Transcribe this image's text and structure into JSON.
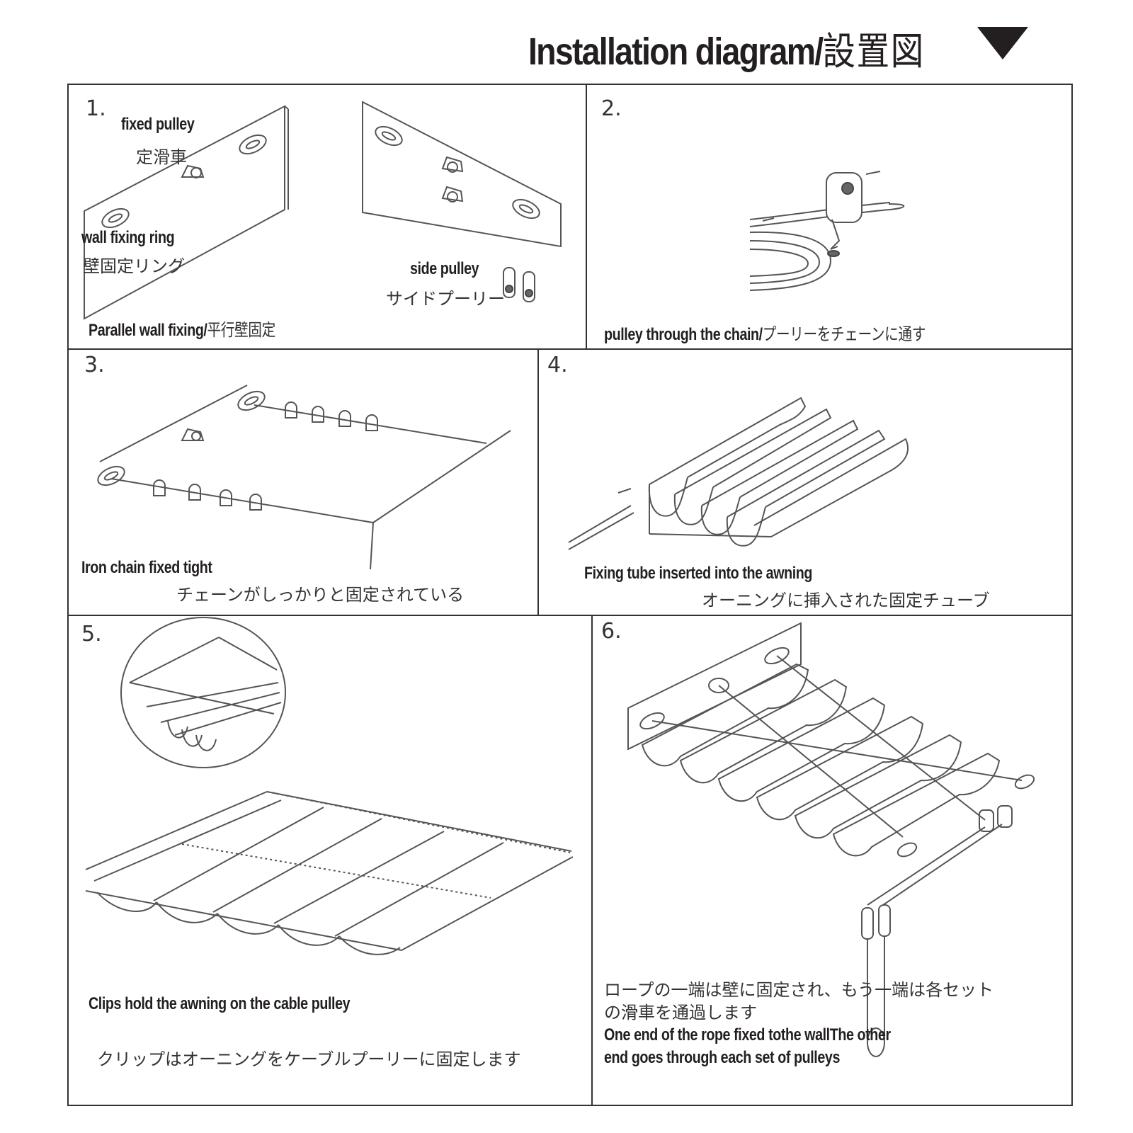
{
  "header": {
    "title_en": "Installation diagram/",
    "title_jp": "設置図"
  },
  "panels": [
    {
      "number": "1.",
      "labels": {
        "fixed_pulley_en": "fixed pulley",
        "fixed_pulley_jp": "定滑車",
        "wall_ring_en": "wall fixing ring",
        "wall_ring_jp": "壁固定リング",
        "side_pulley_en": "side pulley",
        "side_pulley_jp": "サイドプーリー",
        "caption_en": "Parallel wall fixing/",
        "caption_jp": "平行壁固定"
      }
    },
    {
      "number": "2.",
      "labels": {
        "caption_en": "pulley through the chain/",
        "caption_jp": "プーリーをチェーンに通す"
      }
    },
    {
      "number": "3.",
      "labels": {
        "caption_en": "Iron chain fixed tight",
        "caption_jp": "チェーンがしっかりと固定されている"
      }
    },
    {
      "number": "4.",
      "labels": {
        "caption_en": "Fixing tube inserted into the awning",
        "caption_jp": "オーニングに挿入された固定チューブ"
      }
    },
    {
      "number": "5.",
      "labels": {
        "caption_en": "Clips hold the awning on the cable pulley",
        "caption_jp": "クリップはオーニングをケーブルプーリーに固定します"
      }
    },
    {
      "number": "6.",
      "labels": {
        "caption_jp_1": "ロープの一端は壁に固定され、もう一端は各セット",
        "caption_jp_2": "の滑車を通過します",
        "caption_en_1": "One end of the rope fixed tothe wallThe other",
        "caption_en_2": "end goes through each set of pulleys"
      }
    }
  ],
  "colors": {
    "text": "#231f20",
    "line": "#555555",
    "awning": "#8a8a8a"
  },
  "icons": [
    "down-triangle-icon"
  ]
}
